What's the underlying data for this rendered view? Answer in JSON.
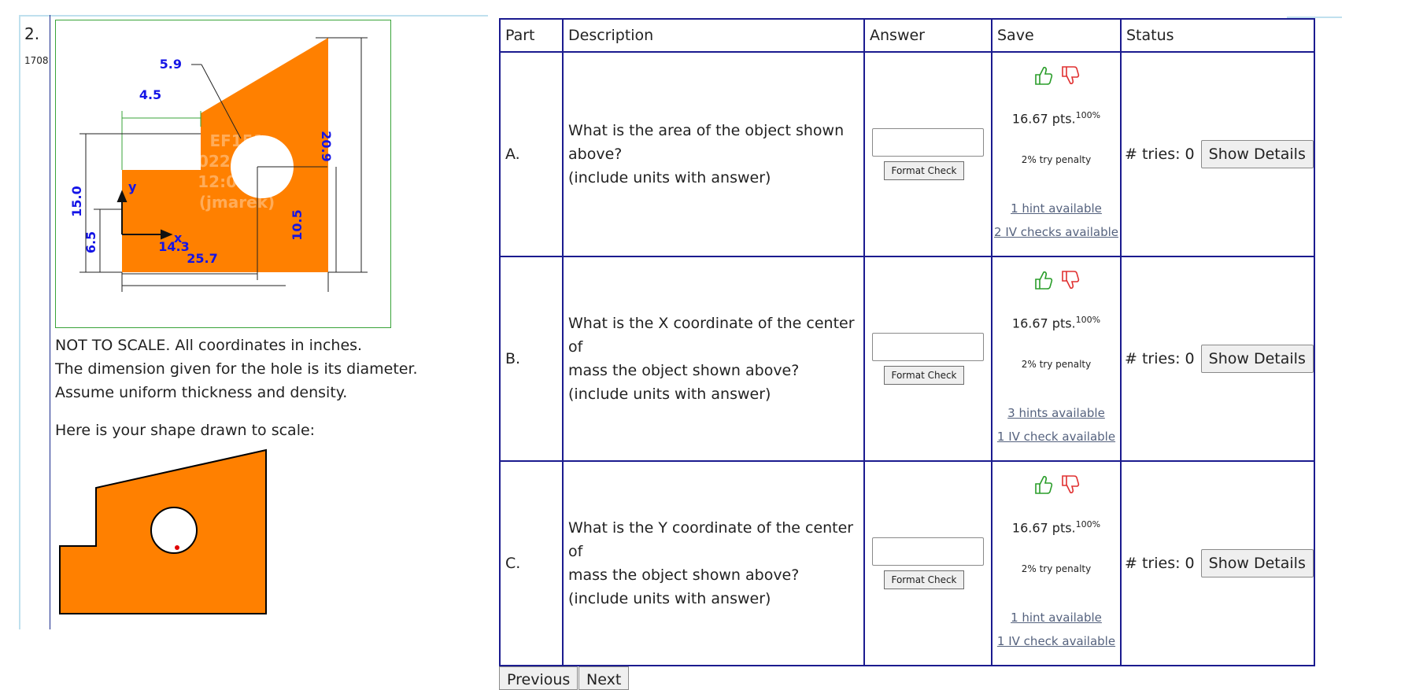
{
  "question": {
    "number": "2.",
    "id": "1708",
    "figure": {
      "dims": {
        "hole": "5.9",
        "top_offset": "4.5",
        "left_height": "15.0",
        "step": "6.5",
        "hole_x": "14.3",
        "width": "25.7",
        "right_lower": "10.5",
        "right_height": "20.9"
      },
      "axis_x": "x",
      "axis_y": "y",
      "watermark": [
        "EF151",
        "2022-01-11",
        "12:03:10",
        "(jmarek)"
      ]
    },
    "notes": [
      "NOT TO SCALE. All coordinates in inches.",
      "The dimension given for the hole is its diameter.",
      "Assume uniform thickness and density."
    ],
    "scale_label": "Here is your shape drawn to scale:"
  },
  "table": {
    "headers": [
      "Part",
      "Description",
      "Answer",
      "Save",
      "Status"
    ],
    "rows": [
      {
        "part": "A.",
        "desc": [
          "What is the area of the object shown",
          "above?",
          "(include units with answer)"
        ],
        "format_btn": "Format Check",
        "pts": "16.67 pts.",
        "pct": "100%",
        "penalty": "2% try penalty",
        "hint": "1 hint available",
        "iv": "2 IV checks available",
        "tries": "# tries: 0",
        "details": "Show Details"
      },
      {
        "part": "B.",
        "desc": [
          "What is the X coordinate of the center of",
          "mass the object shown above?",
          "(include units with answer)"
        ],
        "format_btn": "Format Check",
        "pts": "16.67 pts.",
        "pct": "100%",
        "penalty": "2% try penalty",
        "hint": "3 hints available",
        "iv": "1 IV check available",
        "tries": "# tries: 0",
        "details": "Show Details"
      },
      {
        "part": "C.",
        "desc": [
          "What is the Y coordinate of the center of",
          "mass the object shown above?",
          "(include units with answer)"
        ],
        "format_btn": "Format Check",
        "pts": "16.67 pts.",
        "pct": "100%",
        "penalty": "2% try penalty",
        "hint": "1 hint available",
        "iv": "1 IV check available",
        "tries": "# tries: 0",
        "details": "Show Details"
      }
    ]
  },
  "nav": {
    "previous": "Previous",
    "next": "Next"
  },
  "colors": {
    "shape": "#ff8000",
    "dim": "#1414e6",
    "border": "#1b1b8f",
    "thumb_up": "#2a9d2a",
    "thumb_down": "#e03030"
  },
  "icons": [
    "thumbs-up-icon",
    "thumbs-down-icon"
  ]
}
